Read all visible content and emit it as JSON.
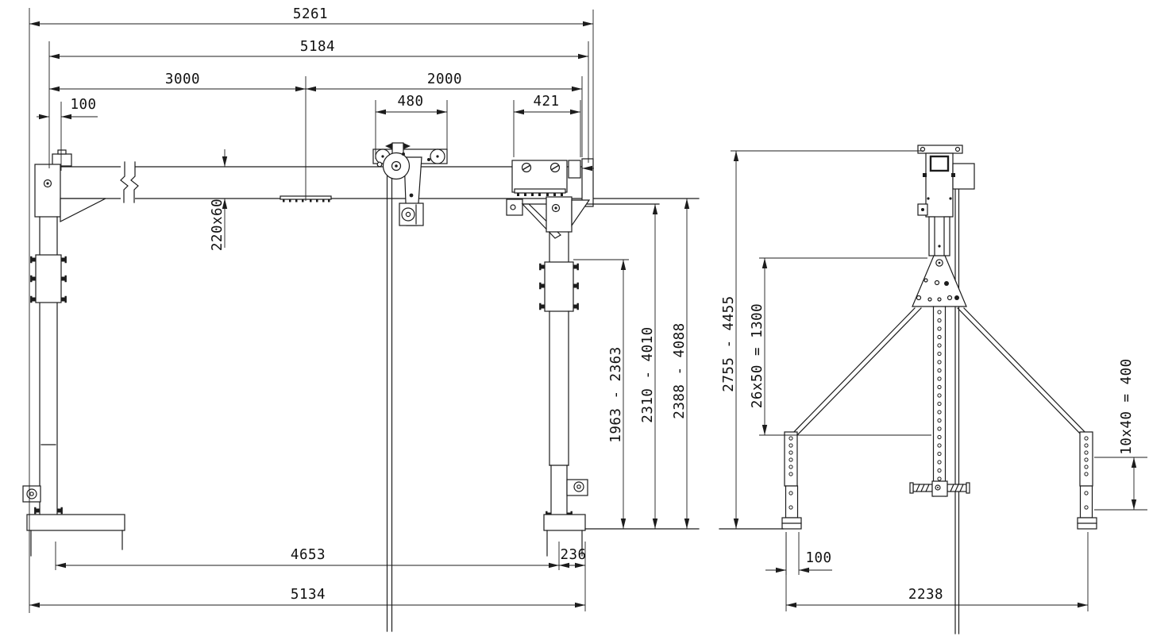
{
  "drawing": {
    "front": {
      "overall_width": "5261",
      "beam_length": "5184",
      "span_left": "3000",
      "span_right": "2000",
      "end_offset": "100",
      "trolley_width": "480",
      "bracket_width": "421",
      "beam_profile": "220x60",
      "column_height": "1963 - 2363",
      "under_bracket_height": "2310 - 4010",
      "under_beam_height": "2388 - 4088",
      "base_span": "4653",
      "base_end_offset": "236",
      "base_overall_width": "5134"
    },
    "side": {
      "overall_height": "2755 - 4455",
      "mast_hole_pattern": "26x50 = 1300",
      "leg_hole_pattern": "10x40 = 400",
      "foot_width": "100",
      "support_spread": "2238"
    },
    "colors": {
      "line": "#1c1c1c",
      "text": "#111111"
    }
  }
}
